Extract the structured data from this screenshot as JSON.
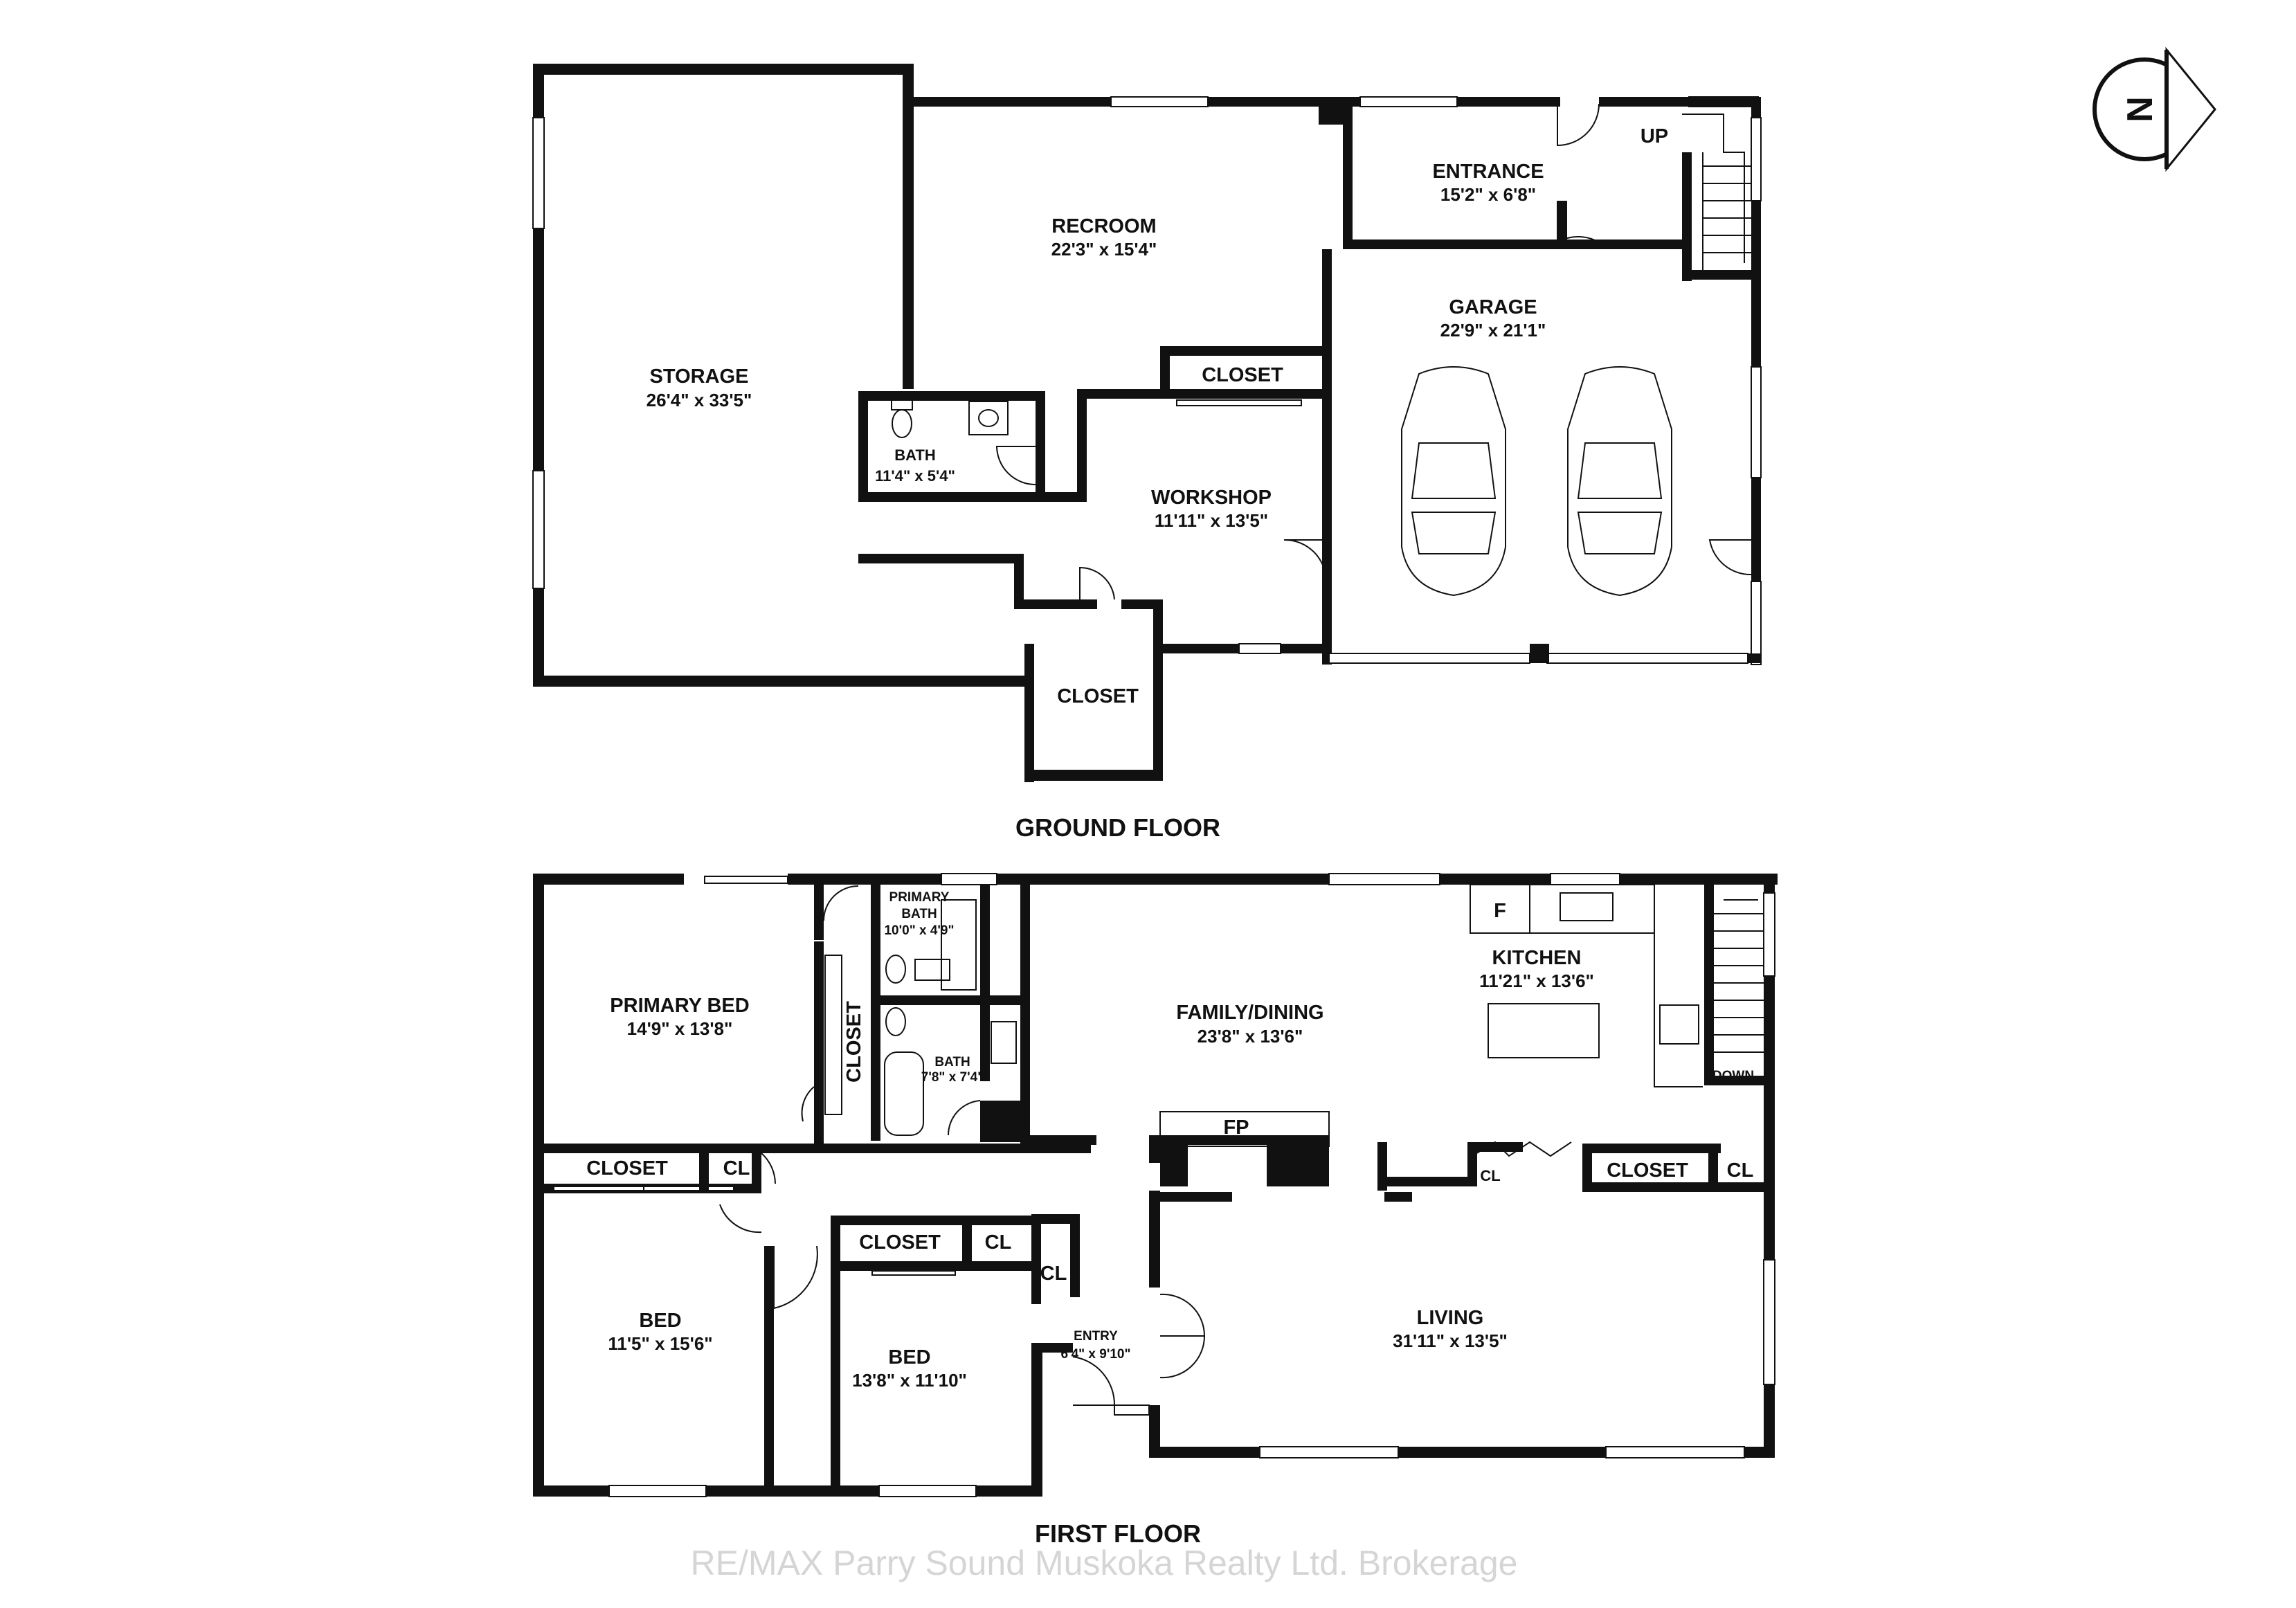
{
  "compass": {
    "letter": "N"
  },
  "floors": {
    "ground": {
      "title": "GROUND FLOOR"
    },
    "first": {
      "title": "FIRST FLOOR"
    }
  },
  "rooms": {
    "storage": {
      "name": "STORAGE",
      "dims": "26'4\" x 33'5\""
    },
    "recroom": {
      "name": "RECROOM",
      "dims": "22'3\" x 15'4\""
    },
    "entrance": {
      "name": "ENTRANCE",
      "dims": "15'2\" x 6'8\""
    },
    "up": {
      "name": "UP"
    },
    "garage": {
      "name": "GARAGE",
      "dims": "22'9\" x 21'1\""
    },
    "closet_g1": {
      "name": "CLOSET"
    },
    "bath_g": {
      "name": "BATH",
      "dims": "11'4\" x 5'4\""
    },
    "workshop": {
      "name": "WORKSHOP",
      "dims": "11'11\" x 13'5\""
    },
    "closet_g2": {
      "name": "CLOSET"
    },
    "primary_bath": {
      "name_1": "PRIMARY",
      "name_2": "BATH",
      "dims": "10'0\" x 4'9\""
    },
    "primary_bed": {
      "name": "PRIMARY BED",
      "dims": "14'9\" x 13'8\""
    },
    "closet_pb": {
      "name": "CLOSET"
    },
    "bath_f": {
      "name": "BATH",
      "dims": "7'8\" x 7'4\""
    },
    "cl_bath": {
      "name": "CL"
    },
    "family": {
      "name": "FAMILY/DINING",
      "dims": "23'8\" x 13'6\""
    },
    "kitchen": {
      "name": "KITCHEN",
      "dims": "11'21\" x 13'6\""
    },
    "fridge": {
      "name": "F"
    },
    "down": {
      "name": "DOWN"
    },
    "fp": {
      "name": "FP"
    },
    "closet_b1": {
      "name": "CLOSET"
    },
    "cl_b1": {
      "name": "CL"
    },
    "cl_fam": {
      "name": "CL"
    },
    "closet_liv": {
      "name": "CLOSET"
    },
    "cl_liv": {
      "name": "CL"
    },
    "closet_b2": {
      "name": "CLOSET"
    },
    "cl_b2": {
      "name": "CL"
    },
    "cl_entry": {
      "name": "CL"
    },
    "entry": {
      "name": "ENTRY",
      "dims": "6'4\" x 9'10\""
    },
    "bed1": {
      "name": "BED",
      "dims": "11'5\" x 15'6\""
    },
    "bed2": {
      "name": "BED",
      "dims": "13'8\" x 11'10\""
    },
    "living": {
      "name": "LIVING",
      "dims": "31'11\" x 13'5\""
    }
  },
  "watermark": "RE/MAX Parry Sound Muskoka Realty Ltd. Brokerage"
}
